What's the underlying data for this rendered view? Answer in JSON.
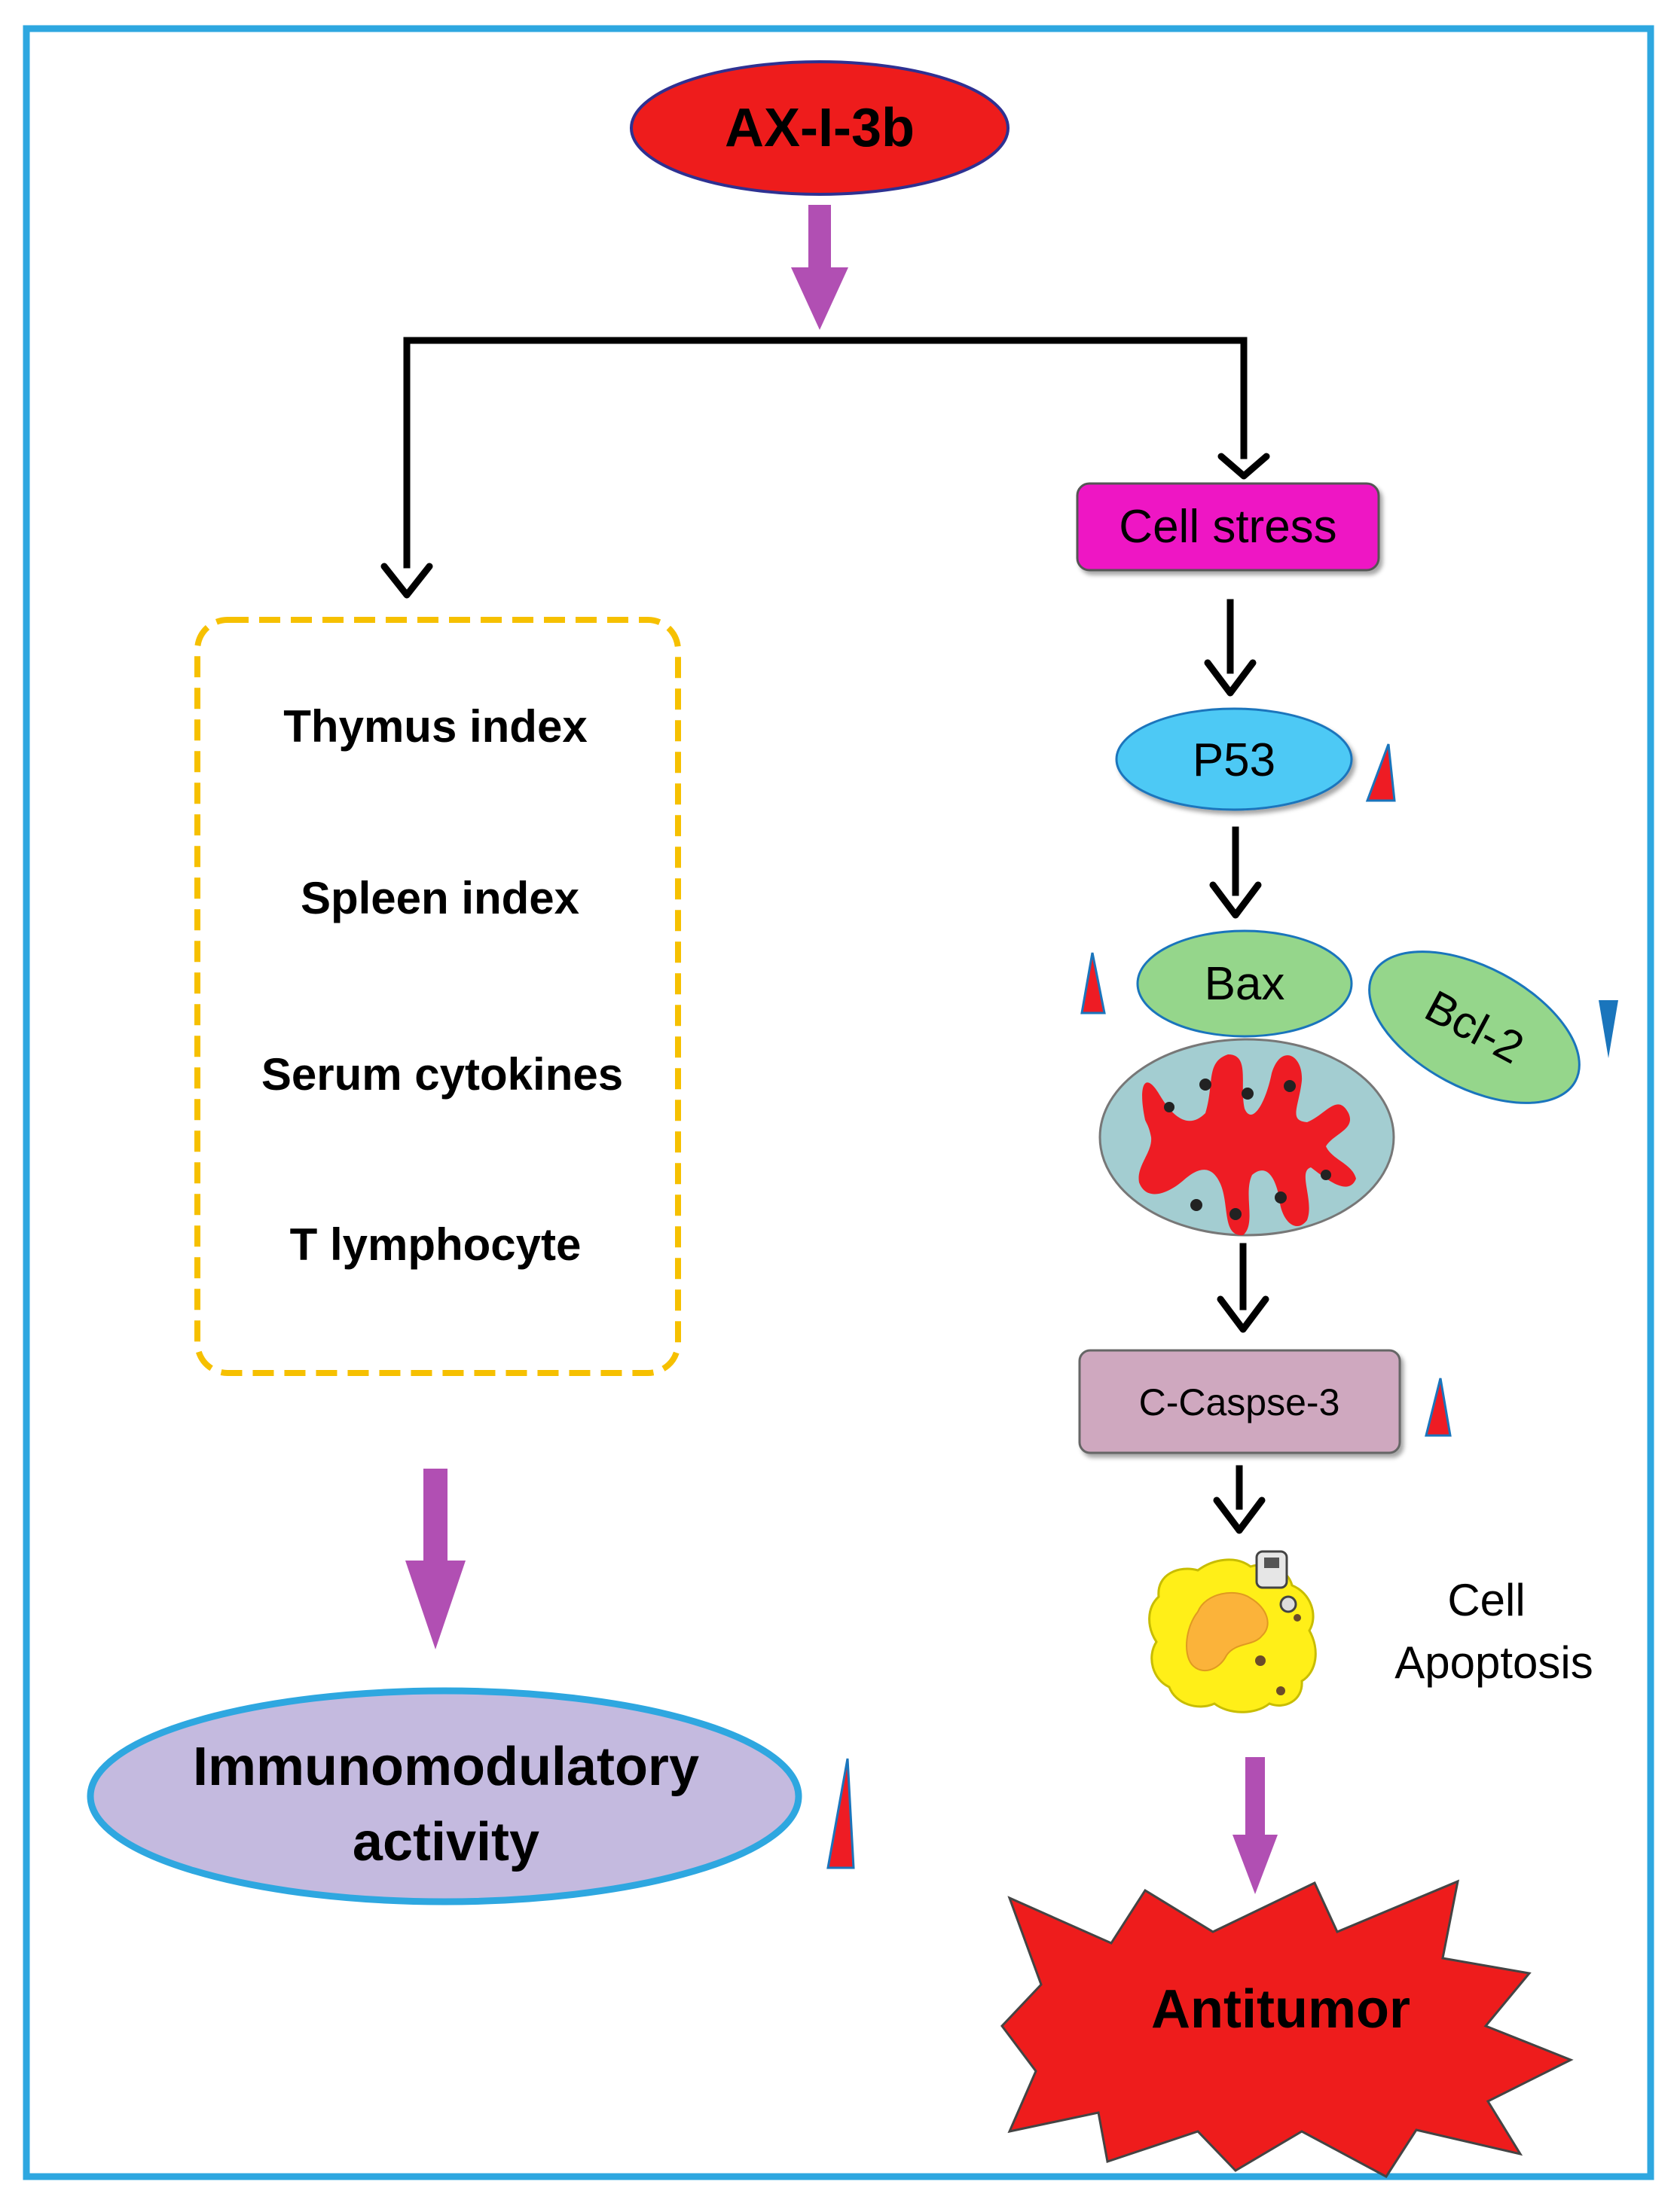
{
  "colors": {
    "frame": "#2ea7e0",
    "top_node": "#ee1c1c",
    "purple_arrow": "#b14fb3",
    "dashed_box": "#f6c000",
    "immuno_fill": "#c4badf",
    "immuno_border": "#2ea7e0",
    "cell_stress": "#ee19c4",
    "p53": "#4ec9f5",
    "bax_bcl2": "#95d68b",
    "caspase": "#cfa8bf",
    "mito_outer": "#a3cdd1",
    "mito_inner": "#ee1c24",
    "apoptotic_cell": "#ffef18",
    "nucleus": "#fbb33a",
    "starburst": "#ee1c1c",
    "up_marker": "#ee1c24",
    "down_marker": "#1a75bc"
  },
  "top_node": {
    "label": "AX-I-3b"
  },
  "immune_markers": [
    "Thymus index",
    "Spleen index",
    "Serum cytokines",
    "T lymphocyte"
  ],
  "immuno_outcome": {
    "line1": "Immunomodulatory",
    "line2": "activity"
  },
  "cell_stress": {
    "label": "Cell stress"
  },
  "p53": {
    "label": "P53"
  },
  "bax": {
    "label": "Bax"
  },
  "bcl2": {
    "label": "Bcl-2"
  },
  "caspase": {
    "label": "C-Caspse-3"
  },
  "apoptosis": {
    "line1": "Cell",
    "line2": "Apoptosis"
  },
  "antitumor": {
    "label": "Antitumor"
  },
  "icons": {
    "up_marker": "red-up-triangle",
    "down_marker": "blue-down-triangle",
    "mitochondrion": "mitochondrion-icon",
    "apoptotic_cell": "apoptotic-cell-icon"
  }
}
